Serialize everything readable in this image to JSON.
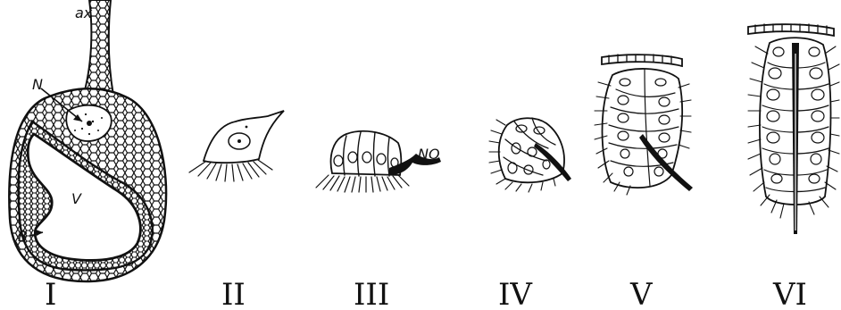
{
  "figures": [
    {
      "numeral": "I",
      "labels": {
        "axon": "ax",
        "nucleus": "N",
        "vacuole": "V",
        "border": "B"
      }
    },
    {
      "numeral": "II"
    },
    {
      "numeral": "III",
      "labels": {
        "nerve": "NO"
      }
    },
    {
      "numeral": "IV"
    },
    {
      "numeral": "V"
    },
    {
      "numeral": "VI"
    }
  ]
}
